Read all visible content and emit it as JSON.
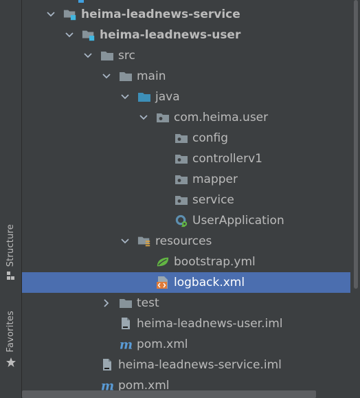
{
  "side_panel": {
    "structure_label": "Structure",
    "favorites_label": "Favorites"
  },
  "tree": [
    {
      "label": "heima-leadnews-service",
      "icon": "module-folder-icon",
      "chevron": "expanded",
      "bold": true
    },
    {
      "label": "heima-leadnews-user",
      "icon": "module-folder-icon",
      "chevron": "expanded",
      "bold": true
    },
    {
      "label": "src",
      "icon": "folder-icon",
      "chevron": "expanded"
    },
    {
      "label": "main",
      "icon": "folder-icon",
      "chevron": "expanded"
    },
    {
      "label": "java",
      "icon": "source-folder-icon",
      "chevron": "expanded"
    },
    {
      "label": "com.heima.user",
      "icon": "package-icon",
      "chevron": "expanded"
    },
    {
      "label": "config",
      "icon": "package-icon",
      "chevron": "none"
    },
    {
      "label": "controllerv1",
      "icon": "package-icon",
      "chevron": "none"
    },
    {
      "label": "mapper",
      "icon": "package-icon",
      "chevron": "none"
    },
    {
      "label": "service",
      "icon": "package-icon",
      "chevron": "none"
    },
    {
      "label": "UserApplication",
      "icon": "spring-boot-class-icon",
      "chevron": "none"
    },
    {
      "label": "resources",
      "icon": "resources-folder-icon",
      "chevron": "expanded"
    },
    {
      "label": "bootstrap.yml",
      "icon": "spring-yaml-icon",
      "chevron": "none"
    },
    {
      "label": "logback.xml",
      "icon": "xml-file-icon",
      "chevron": "none",
      "selected": true
    },
    {
      "label": "test",
      "icon": "folder-icon",
      "chevron": "collapsed"
    },
    {
      "label": "heima-leadnews-user.iml",
      "icon": "iml-file-icon",
      "chevron": "none"
    },
    {
      "label": "pom.xml",
      "icon": "maven-icon",
      "chevron": "none"
    },
    {
      "label": "heima-leadnews-service.iml",
      "icon": "iml-file-icon",
      "chevron": "none"
    },
    {
      "label": "pom.xml",
      "icon": "maven-icon",
      "chevron": "none"
    }
  ],
  "colors": {
    "background": "#3c3f41",
    "selection": "#4b6eaf",
    "text": "#bbbbbb",
    "folder": "#87939a",
    "source_folder": "#3d8fb8",
    "module_marker": "#40b6e0",
    "spring_green": "#62b543",
    "xml_orange": "#e07b39"
  }
}
